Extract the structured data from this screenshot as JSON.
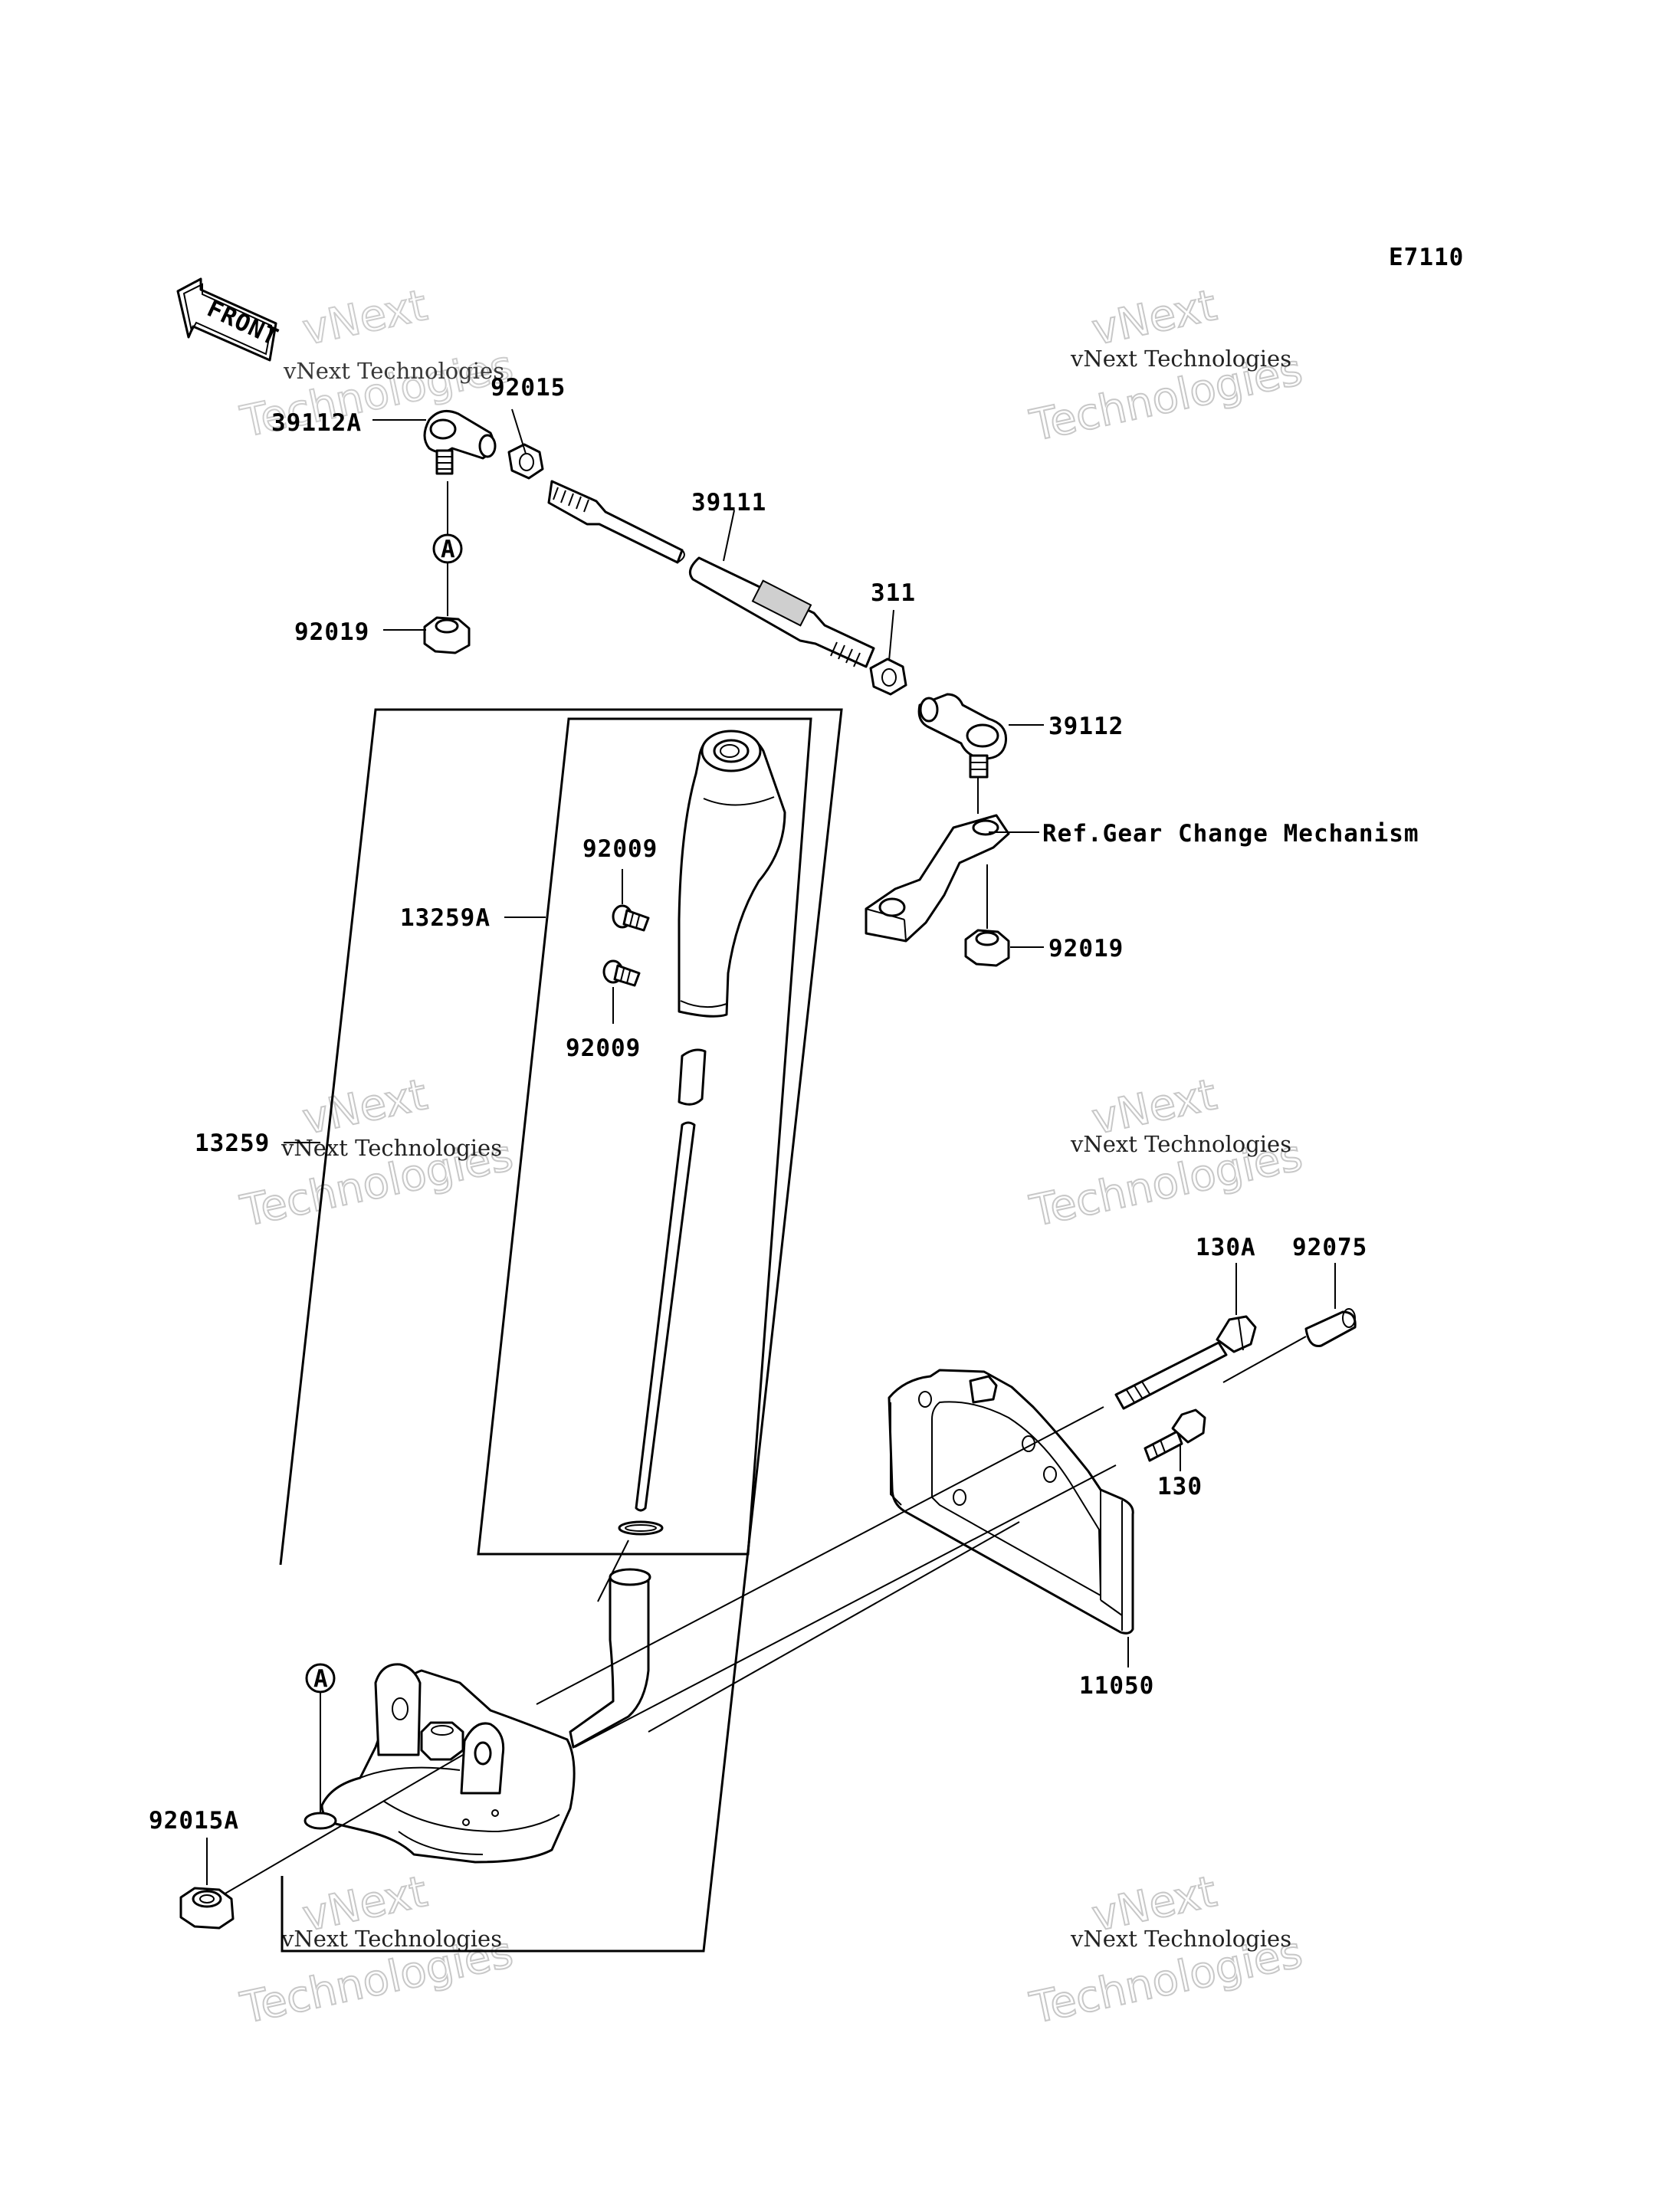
{
  "diagram_code": "E7110",
  "front_label": "FRONT",
  "watermark": {
    "line1": "vNext Technologies",
    "line2": "vNext",
    "line3": "Technologies"
  },
  "callouts": {
    "p39112A": "39112A",
    "p92015": "92015",
    "p92019_top": "92019",
    "p39111": "39111",
    "p311": "311",
    "p39112": "39112",
    "ref_gear": "Ref.Gear Change Mechanism",
    "p92019_right": "92019",
    "p92009_top": "92009",
    "p92009_bottom": "92009",
    "p13259A": "13259A",
    "p13259": "13259",
    "p130A": "130A",
    "p92075": "92075",
    "p130": "130",
    "p11050": "11050",
    "p92015A": "92015A"
  },
  "markers": {
    "circle_a_top": "A",
    "circle_a_bottom": "A"
  }
}
